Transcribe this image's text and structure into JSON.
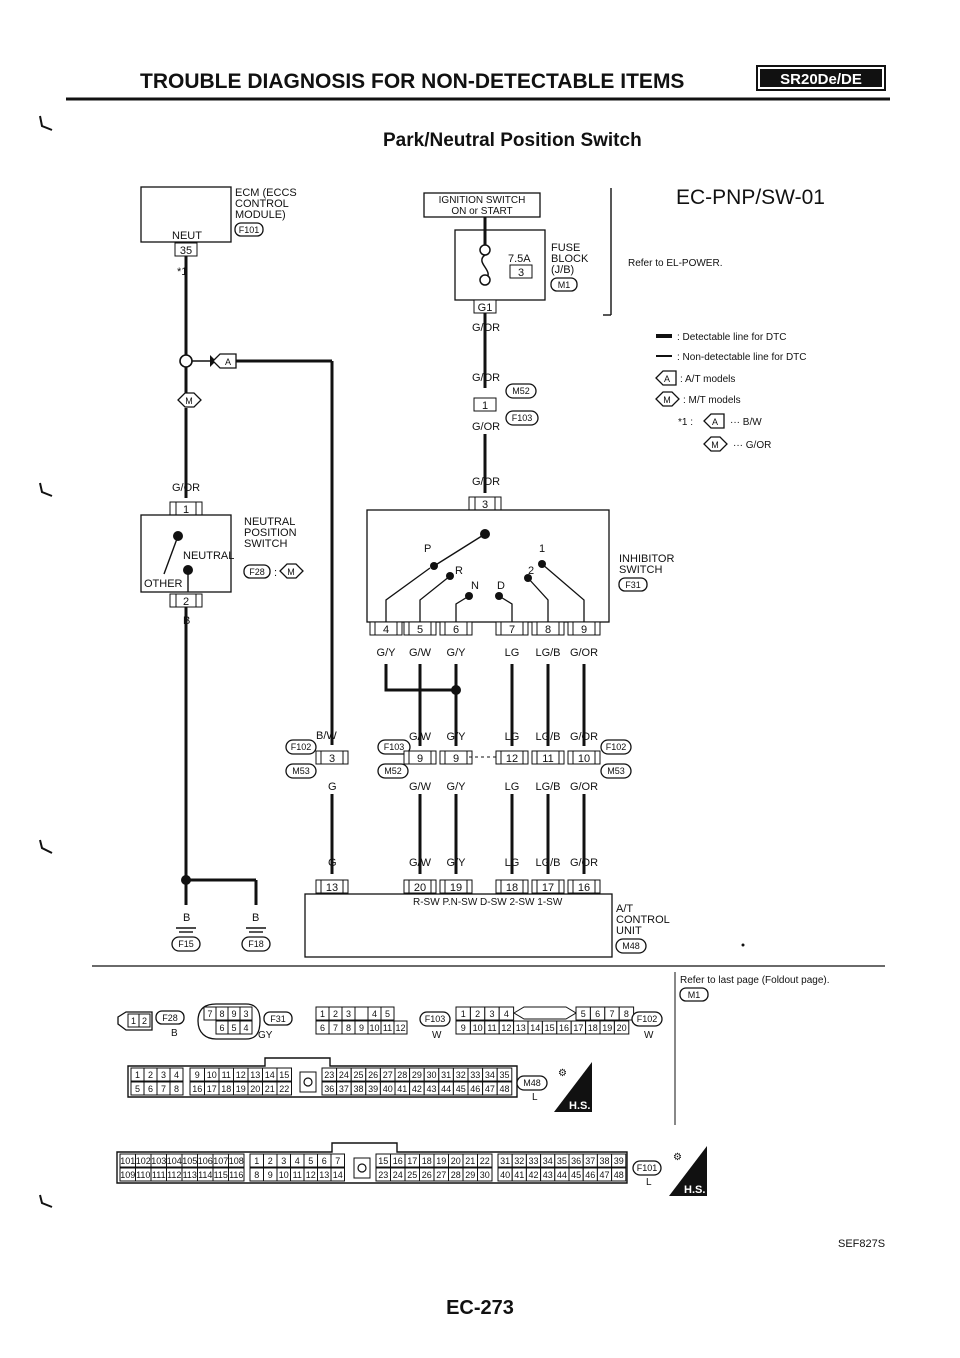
{
  "header": {
    "title": "TROUBLE DIAGNOSIS FOR NON-DETECTABLE ITEMS",
    "engine_tag": "SR20De/DE",
    "subtitle": "Park/Neutral Position Switch",
    "diagram_id": "EC-PNP/SW-01"
  },
  "ecm": {
    "label_lines": [
      "ECM (ECCS",
      "CONTROL",
      "MODULE)"
    ],
    "connector": "F101",
    "terminal_name": "NEUT",
    "pin": "35",
    "mark": "*1"
  },
  "ignition": {
    "label_lines": [
      "IGNITION SWITCH",
      "ON or START"
    ],
    "fuse_rating": "7.5A",
    "fuse_no": "3",
    "fuse_block_lines": [
      "FUSE",
      "BLOCK",
      "(J/B)"
    ],
    "fuse_block_conn": "M1",
    "pin": "G1",
    "refer": "Refer to EL-POWER."
  },
  "legend": {
    "detectable": ": Detectable line for DTC",
    "non_detectable": ": Non-detectable line for DTC",
    "a_code": "A",
    "a_text": ": A/T models",
    "m_code": "M",
    "m_text": ": M/T models",
    "star": "*1 :",
    "star_a": "··· B/W",
    "star_m": "··· G/OR"
  },
  "branch": {
    "a": "A",
    "m": "M"
  },
  "wires": {
    "gor": "G/OR",
    "bw": "B/W",
    "g": "G",
    "b": "B",
    "gy": "G/Y",
    "gw": "G/W",
    "lg": "LG",
    "lgb": "LG/B"
  },
  "conns": {
    "m52": "M52",
    "f103": "F103",
    "f102": "F102",
    "m53": "M53",
    "f28": "F28",
    "f31": "F31",
    "m48": "M48",
    "f15": "F15",
    "f18": "F18",
    "m1": "M1",
    "f101": "F101"
  },
  "npsw": {
    "label_lines": [
      "NEUTRAL",
      "POSITION",
      "SWITCH"
    ],
    "neutral": "NEUTRAL",
    "other": "OTHER",
    "conn_a": "F28",
    "conn_b": "M",
    "pin1": "1",
    "pin2": "2"
  },
  "inhibitor": {
    "label_lines": [
      "INHIBITOR",
      "SWITCH"
    ],
    "pos_p": "P",
    "pos_r": "R",
    "pos_n": "N",
    "pos_d": "D",
    "pos_2": "2",
    "pos_1": "1",
    "pin_in": "3",
    "pins": [
      "4",
      "5",
      "6",
      "7",
      "8",
      "9"
    ]
  },
  "tcu": {
    "label_lines": [
      "A/T",
      "CONTROL",
      "UNIT"
    ],
    "conn": "M48",
    "pins": [
      "13",
      "20",
      "19",
      "18",
      "17",
      "16"
    ],
    "sig_labels": "R-SW  P.N-SW  D-SW  2-SW  1-SW"
  },
  "mid_pins": {
    "top": [
      "3",
      "9",
      "9",
      "12",
      "11",
      "10"
    ]
  },
  "footer": {
    "refer_last": "Refer to last page (Foldout page).",
    "refer_conn": "M1",
    "code": "SEF827S",
    "page": "EC-273",
    "hs": "H.S.",
    "color_b": "B",
    "color_gy": "GY",
    "color_w": "W",
    "color_l": "L"
  },
  "conn_faces": {
    "f28_pins": [
      "1",
      "2"
    ],
    "f31_top": [
      "7",
      "8",
      "9",
      "3"
    ],
    "f31_bot": [
      "6",
      "5",
      "4"
    ],
    "f103_top": [
      "1",
      "2",
      "3",
      "",
      "4",
      "5"
    ],
    "f103_bot": [
      "6",
      "7",
      "8",
      "9",
      "10",
      "11",
      "12"
    ],
    "f102_top": [
      "1",
      "2",
      "3",
      "4",
      "5",
      "6",
      "7",
      "8"
    ],
    "f102_bot": [
      "9",
      "10",
      "11",
      "12",
      "13",
      "14",
      "15",
      "16",
      "17",
      "18",
      "19",
      "20"
    ],
    "m48_a_top": [
      "1",
      "2",
      "3",
      "4"
    ],
    "m48_a_bot": [
      "5",
      "6",
      "7",
      "8"
    ],
    "m48_b_top": [
      "9",
      "10",
      "11",
      "12",
      "13",
      "14",
      "15"
    ],
    "m48_b_bot": [
      "16",
      "17",
      "18",
      "19",
      "20",
      "21",
      "22"
    ],
    "m48_c_top": [
      "23",
      "24",
      "25",
      "26",
      "27",
      "28",
      "29",
      "30",
      "31",
      "32",
      "33",
      "34",
      "35"
    ],
    "m48_c_bot": [
      "36",
      "37",
      "38",
      "39",
      "40",
      "41",
      "42",
      "43",
      "44",
      "45",
      "46",
      "47",
      "48"
    ],
    "f101_a_top": [
      "101",
      "102",
      "103",
      "104",
      "105",
      "106",
      "107",
      "108"
    ],
    "f101_a_bot": [
      "109",
      "110",
      "111",
      "112",
      "113",
      "114",
      "115",
      "116"
    ],
    "f101_b_top": [
      "1",
      "2",
      "3",
      "4",
      "5",
      "6",
      "7"
    ],
    "f101_b_bot": [
      "8",
      "9",
      "10",
      "11",
      "12",
      "13",
      "14"
    ],
    "f101_c_top": [
      "15",
      "16",
      "17",
      "18",
      "19",
      "20",
      "21",
      "22"
    ],
    "f101_c_bot": [
      "23",
      "24",
      "25",
      "26",
      "27",
      "28",
      "29",
      "30"
    ],
    "f101_d_top": [
      "31",
      "32",
      "33",
      "34",
      "35",
      "36",
      "37",
      "38",
      "39"
    ],
    "f101_d_bot": [
      "40",
      "41",
      "42",
      "43",
      "44",
      "45",
      "46",
      "47",
      "48"
    ]
  }
}
